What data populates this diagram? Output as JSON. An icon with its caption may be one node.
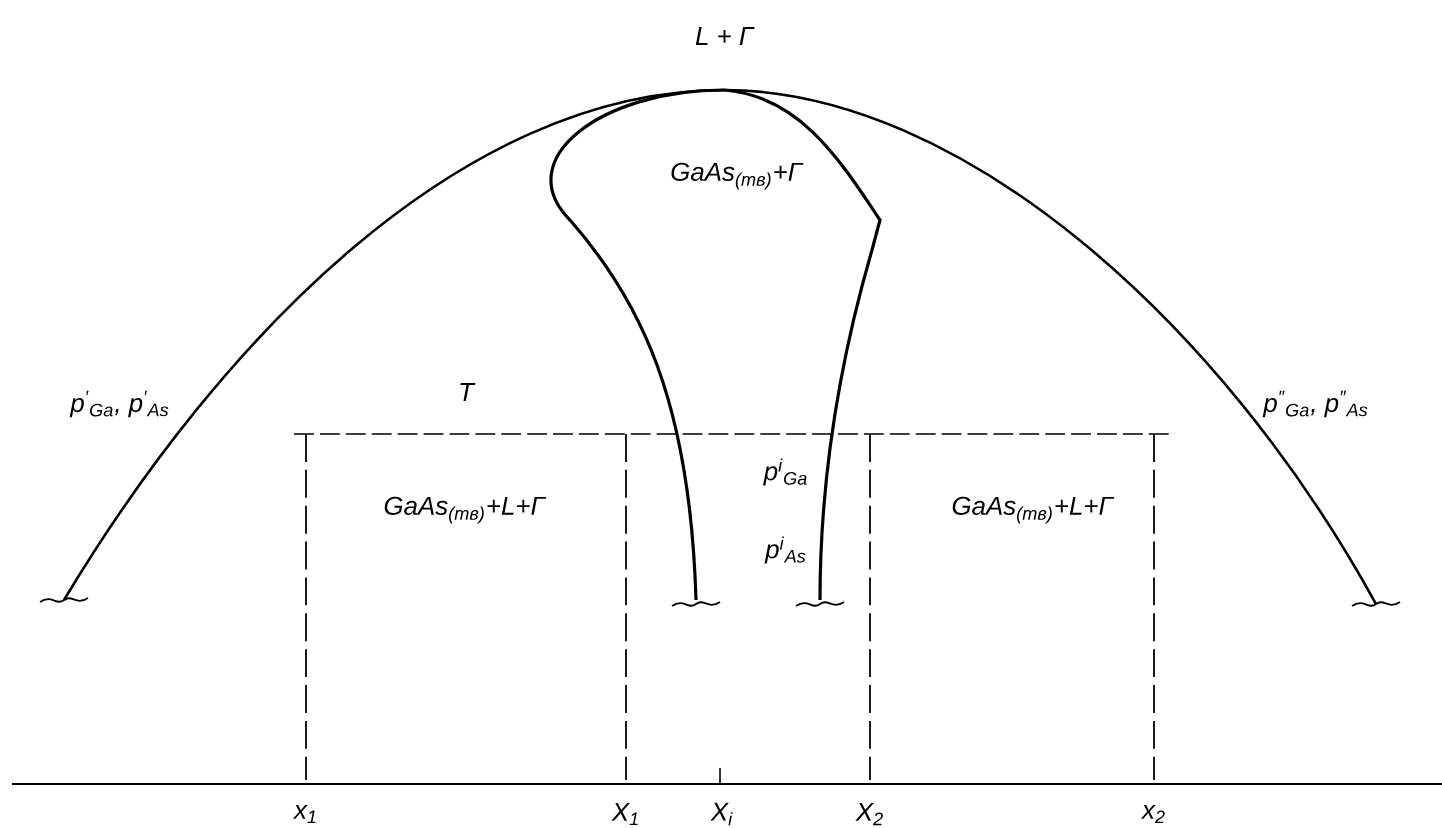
{
  "diagram": {
    "labels": [
      "L + Г",
      "GaAs$_{(тв)}$+Г",
      "p$^{′}$$_{Ga}$, p$^{′}$$_{As}$",
      "T",
      "p$^{″}$$_{Ga}$, p$^{″}$$_{As}$",
      "p$^{i}$$_{Ga}$",
      "GaAs$_{(тв)}$+L+Г",
      "p$^{i}$$_{As}$",
      "GaAs$_{(тв)}$+L+Г",
      "x$_{1}$",
      "X$_{1}$",
      "X$_{i}$",
      "X$_{2}$",
      "x$_{2}$"
    ]
  }
}
